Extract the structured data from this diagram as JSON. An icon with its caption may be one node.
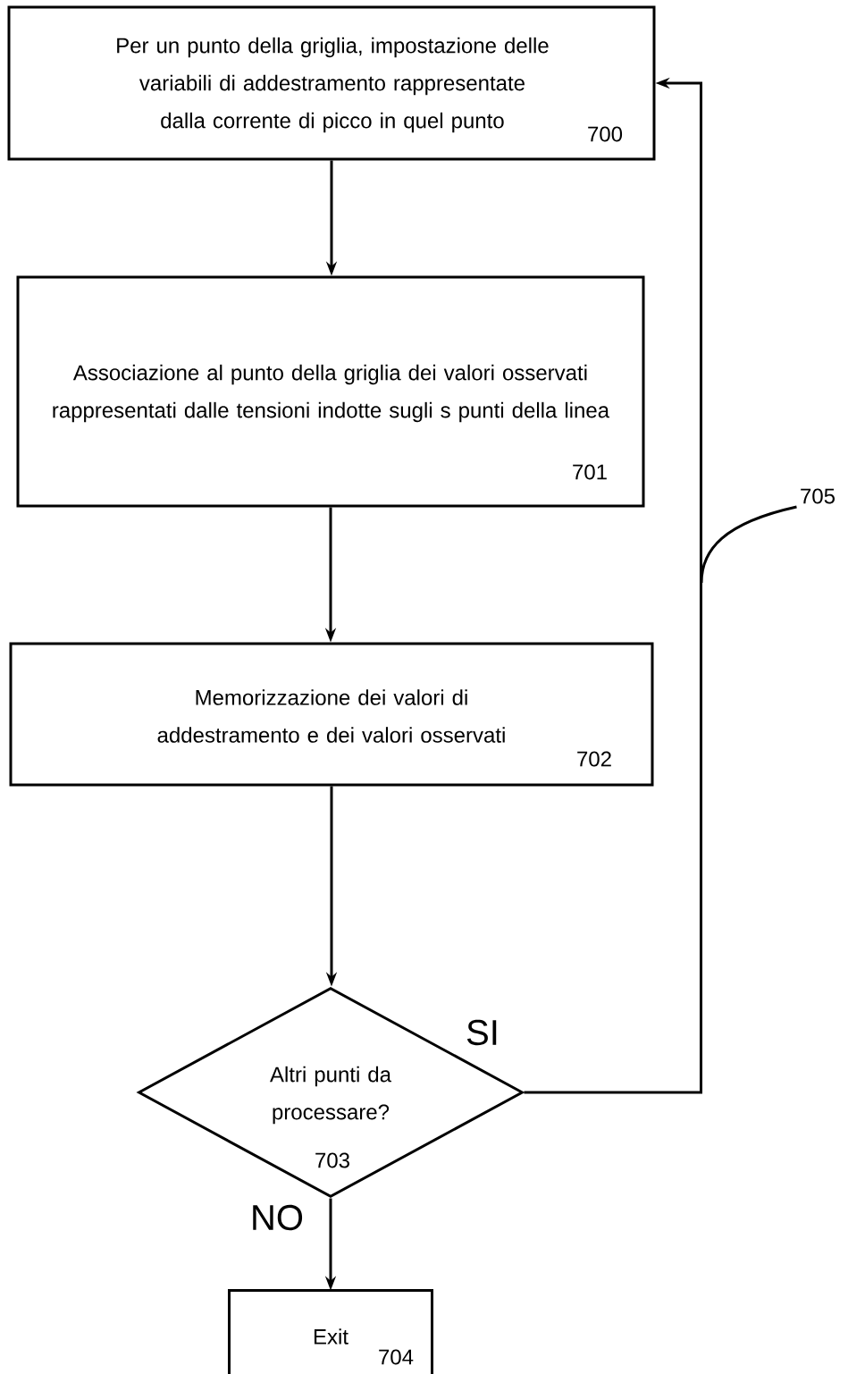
{
  "diagram": {
    "nodes": [
      {
        "text": [
          "Per un punto della griglia, impostazione delle variabili di addestramento rappresentate dalla corrente di picco in quel punto",
          "700"
        ]
      },
      {
        "text": [
          "Associazione al punto della griglia dei valori osservati rappresentati dalle tensioni indotte sugli s punti della linea",
          "701"
        ]
      },
      {
        "text": [
          "Memorizzazione dei valori di addestramento e dei valori osservati",
          "702"
        ]
      },
      {
        "text": [
          "Altri punti da processare?",
          "703"
        ]
      },
      {
        "text": [
          "Exit",
          "704"
        ]
      },
      {
        "text": [
          "705"
        ]
      }
    ],
    "edges": [
      {
        "from": 0,
        "to": 1,
        "arrow": "to"
      },
      {
        "from": 1,
        "to": 2,
        "arrow": "to"
      },
      {
        "from": 2,
        "to": 3,
        "arrow": "to"
      },
      {
        "from": 3,
        "to": 4,
        "arrow": "to",
        "label": "NO"
      },
      {
        "from": 3,
        "to": 0,
        "arrow": "to",
        "label": "SI"
      },
      {
        "from": 5,
        "to": null,
        "arrow": "none"
      }
    ]
  }
}
